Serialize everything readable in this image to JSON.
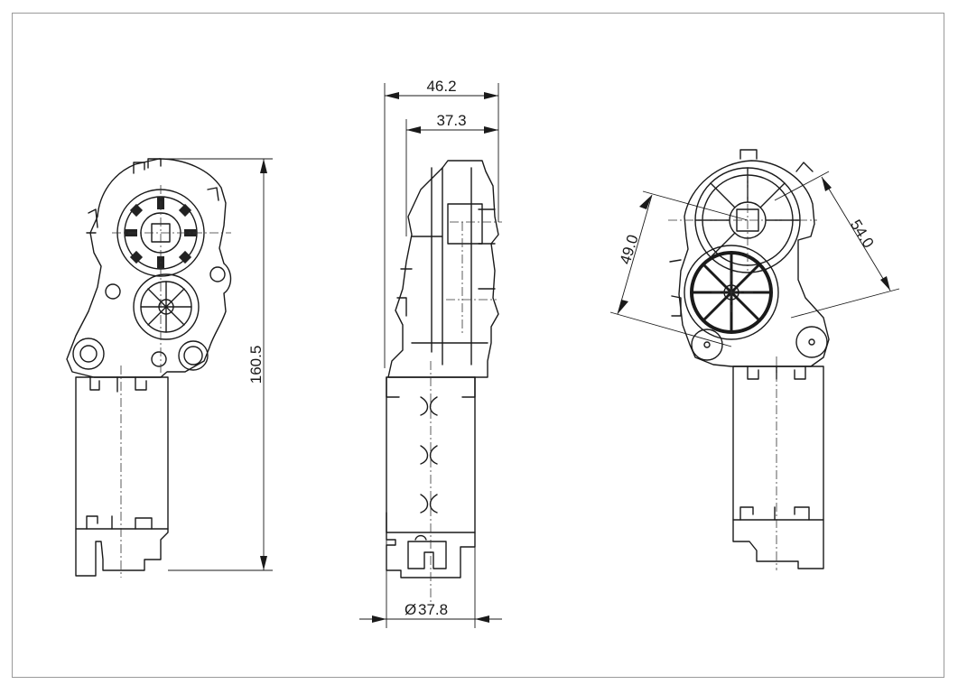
{
  "drawing": {
    "views": [
      "front-view",
      "side-view",
      "rear-view"
    ]
  },
  "dimensions": {
    "overall_height": "160.5",
    "overall_width": "46.2",
    "body_width": "37.3",
    "diameter_symbol": "Ø",
    "diameter_value": "37.8",
    "gear_center_vertical": "49.0",
    "gear_center_diagonal": "54.0"
  }
}
